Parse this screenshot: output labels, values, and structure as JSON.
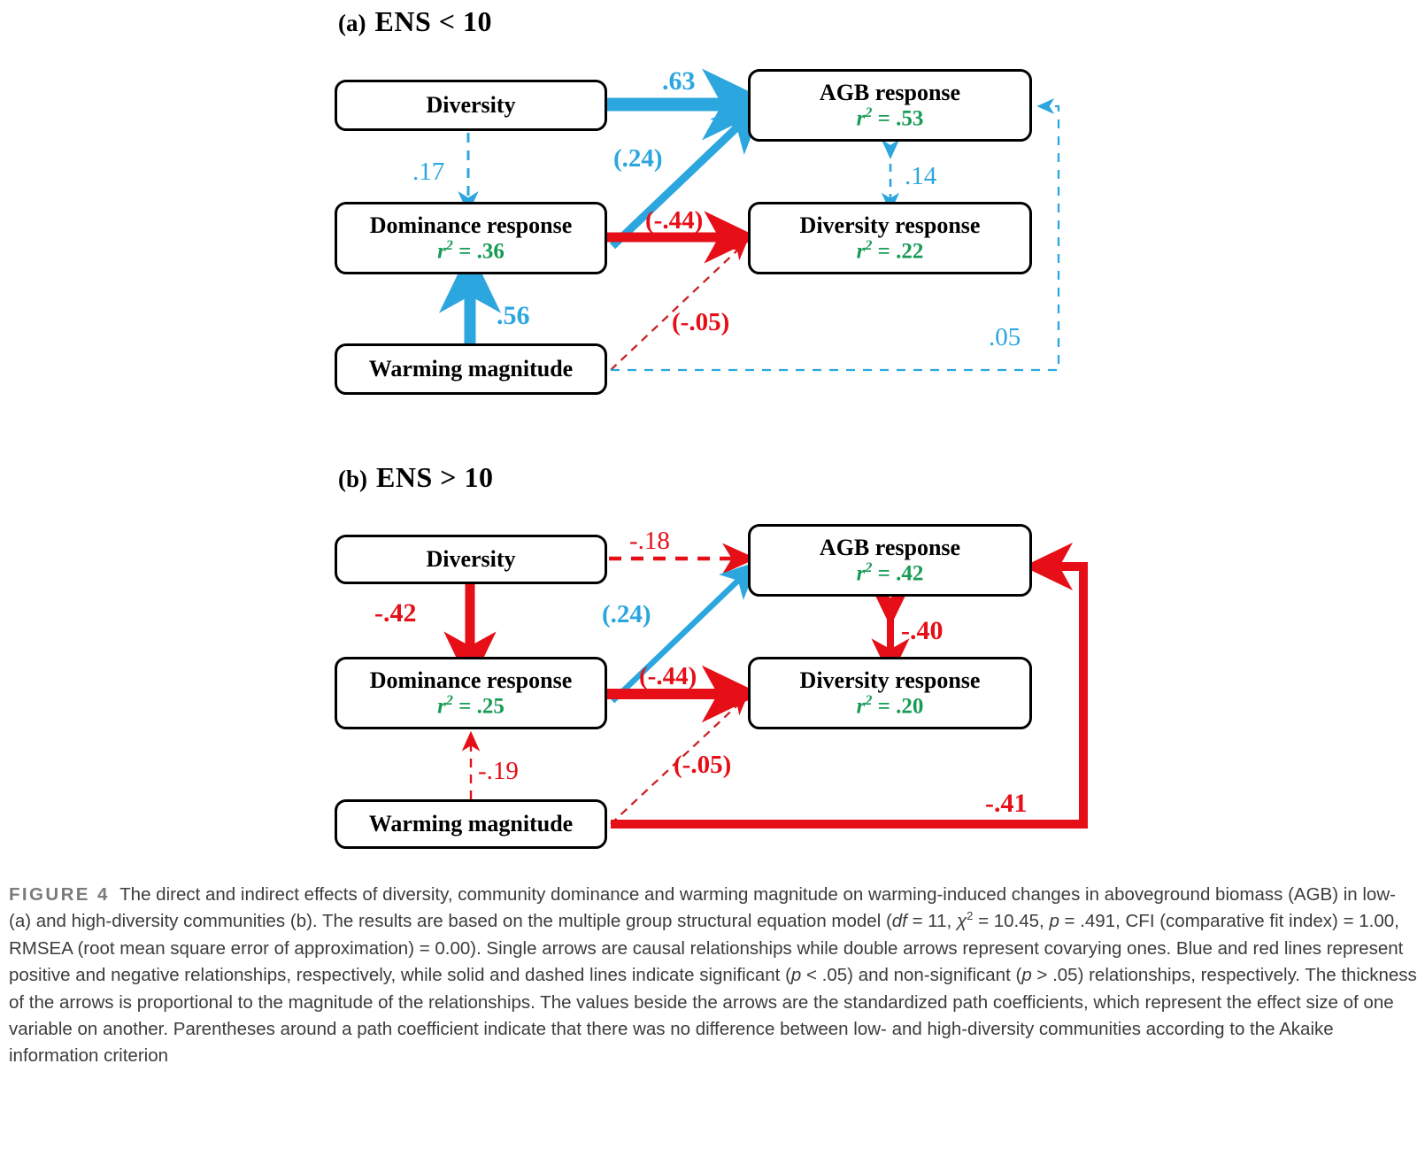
{
  "figure": {
    "panels": [
      {
        "id": "a",
        "label": "(a)",
        "title": "ENS < 10",
        "nodes": [
          {
            "key": "diversity",
            "name": "Diversity",
            "r2": null
          },
          {
            "key": "agb",
            "name": "AGB response",
            "r2": ".53"
          },
          {
            "key": "dominance",
            "name": "Dominance response",
            "r2": ".36"
          },
          {
            "key": "divresp",
            "name": "Diversity response",
            "r2": ".22"
          },
          {
            "key": "warming",
            "name": "Warming magnitude",
            "r2": null
          }
        ],
        "paths": [
          {
            "key": "div-agb",
            "value": ".63",
            "color": "blue",
            "style": "solid",
            "sign": "positive",
            "from": "diversity",
            "to": "agb"
          },
          {
            "key": "div-dom",
            "value": ".17",
            "color": "blue",
            "style": "dashed",
            "sign": "positive",
            "from": "diversity",
            "to": "dominance"
          },
          {
            "key": "dom-agb",
            "value": "(.24)",
            "color": "blue",
            "style": "solid",
            "sign": "positive",
            "from": "dominance",
            "to": "agb"
          },
          {
            "key": "dom-divresp",
            "value": "(-.44)",
            "color": "red",
            "style": "solid",
            "sign": "negative",
            "from": "dominance",
            "to": "divresp"
          },
          {
            "key": "warm-dom",
            "value": ".56",
            "color": "blue",
            "style": "solid",
            "sign": "positive",
            "from": "warming",
            "to": "dominance"
          },
          {
            "key": "warm-divresp",
            "value": "(-.05)",
            "color": "red",
            "style": "dashed",
            "sign": "negative",
            "from": "warming",
            "to": "divresp"
          },
          {
            "key": "warm-agb",
            "value": ".05",
            "color": "blue",
            "style": "dashed",
            "sign": "positive",
            "from": "warming",
            "to": "agb"
          },
          {
            "key": "agb-divresp-cov",
            "value": ".14",
            "color": "blue",
            "style": "dashed",
            "sign": "covariance",
            "from": "agb",
            "to": "divresp"
          }
        ]
      },
      {
        "id": "b",
        "label": "(b)",
        "title": "ENS > 10",
        "nodes": [
          {
            "key": "diversity",
            "name": "Diversity",
            "r2": null
          },
          {
            "key": "agb",
            "name": "AGB response",
            "r2": ".42"
          },
          {
            "key": "dominance",
            "name": "Dominance response",
            "r2": ".25"
          },
          {
            "key": "divresp",
            "name": "Diversity response",
            "r2": ".20"
          },
          {
            "key": "warming",
            "name": "Warming magnitude",
            "r2": null
          }
        ],
        "paths": [
          {
            "key": "div-agb",
            "value": "-.18",
            "color": "red",
            "style": "dashed",
            "sign": "negative",
            "from": "diversity",
            "to": "agb"
          },
          {
            "key": "div-dom",
            "value": "-.42",
            "color": "red",
            "style": "solid",
            "sign": "negative",
            "from": "diversity",
            "to": "dominance"
          },
          {
            "key": "dom-agb",
            "value": "(.24)",
            "color": "blue",
            "style": "solid",
            "sign": "positive",
            "from": "dominance",
            "to": "agb"
          },
          {
            "key": "dom-divresp",
            "value": "(-.44)",
            "color": "red",
            "style": "solid",
            "sign": "negative",
            "from": "dominance",
            "to": "divresp"
          },
          {
            "key": "warm-dom",
            "value": "-.19",
            "color": "red",
            "style": "dashed",
            "sign": "negative",
            "from": "warming",
            "to": "dominance"
          },
          {
            "key": "warm-divresp",
            "value": "(-.05)",
            "color": "red",
            "style": "dashed",
            "sign": "negative",
            "from": "warming",
            "to": "divresp"
          },
          {
            "key": "warm-agb",
            "value": "-.41",
            "color": "red",
            "style": "solid",
            "sign": "negative",
            "from": "warming",
            "to": "agb"
          },
          {
            "key": "agb-divresp-cov",
            "value": "-.40",
            "color": "red",
            "style": "solid",
            "sign": "covariance",
            "from": "agb",
            "to": "divresp"
          }
        ]
      }
    ],
    "colors": {
      "positive": "#2ca6de",
      "negative": "#e60e17",
      "r2": "#179b55",
      "box_border": "#000000",
      "caption_text": "#3c3c3c",
      "caption_label": "#7b7b7b"
    },
    "caption": {
      "label": "FIGURE 4",
      "text_part1": "The direct and indirect effects of diversity, community dominance and warming magnitude on warming-induced changes in aboveground biomass (AGB) in low- (a) and high-diversity communities (b). The results are based on the multiple group structural equation model (",
      "df_italic": "df",
      "df_value": " = 11, ",
      "chi_italic": "χ",
      "chi_sup": "2",
      "chi_value": " = 10.45, ",
      "p_italic": "p",
      "p_value": " = .491, CFI (comparative fit index) = 1.00, RMSEA (root mean square error of approximation) = 0.00). Single arrows are causal relationships while double arrows represent covarying ones. Blue and red lines represent positive and negative relationships, respectively, while solid and dashed lines indicate significant (",
      "p2_italic": "p",
      "p2_value": " < .05) and non-significant (",
      "p3_italic": "p",
      "p3_value": " > .05) relationships, respectively. The thickness of the arrows is proportional to the magnitude of the relationships. The values beside the arrows are the standardized path coefficients, which represent the effect size of one variable on another. Parentheses around a path coefficient indicate that there was no difference between low- and high-diversity communities according to the Akaike information criterion"
    }
  },
  "chart_data": {
    "type": "diagram",
    "title": "Structural equation model path diagram",
    "subtitle": "Effects of diversity, dominance and warming magnitude on AGB response",
    "model_fit": {
      "df": 11,
      "chi_square": 10.45,
      "p": 0.491,
      "CFI": 1.0,
      "RMSEA": 0.0
    },
    "groups": [
      {
        "name": "ENS < 10",
        "r_squared": {
          "AGB response": 0.53,
          "Dominance response": 0.36,
          "Diversity response": 0.22
        },
        "edges": [
          {
            "from": "Diversity",
            "to": "AGB response",
            "coef": 0.63,
            "significant": true,
            "in_parentheses": false
          },
          {
            "from": "Diversity",
            "to": "Dominance response",
            "coef": 0.17,
            "significant": false,
            "in_parentheses": false
          },
          {
            "from": "Dominance response",
            "to": "AGB response",
            "coef": 0.24,
            "significant": true,
            "in_parentheses": true
          },
          {
            "from": "Dominance response",
            "to": "Diversity response",
            "coef": -0.44,
            "significant": true,
            "in_parentheses": true
          },
          {
            "from": "Warming magnitude",
            "to": "Dominance response",
            "coef": 0.56,
            "significant": true,
            "in_parentheses": false
          },
          {
            "from": "Warming magnitude",
            "to": "Diversity response",
            "coef": -0.05,
            "significant": false,
            "in_parentheses": true
          },
          {
            "from": "Warming magnitude",
            "to": "AGB response",
            "coef": 0.05,
            "significant": false,
            "in_parentheses": false
          },
          {
            "from": "AGB response",
            "to": "Diversity response",
            "coef": 0.14,
            "significant": false,
            "in_parentheses": false,
            "covariance": true
          }
        ]
      },
      {
        "name": "ENS > 10",
        "r_squared": {
          "AGB response": 0.42,
          "Dominance response": 0.25,
          "Diversity response": 0.2
        },
        "edges": [
          {
            "from": "Diversity",
            "to": "AGB response",
            "coef": -0.18,
            "significant": false,
            "in_parentheses": false
          },
          {
            "from": "Diversity",
            "to": "Dominance response",
            "coef": -0.42,
            "significant": true,
            "in_parentheses": false
          },
          {
            "from": "Dominance response",
            "to": "AGB response",
            "coef": 0.24,
            "significant": true,
            "in_parentheses": true
          },
          {
            "from": "Dominance response",
            "to": "Diversity response",
            "coef": -0.44,
            "significant": true,
            "in_parentheses": true
          },
          {
            "from": "Warming magnitude",
            "to": "Dominance response",
            "coef": -0.19,
            "significant": false,
            "in_parentheses": false
          },
          {
            "from": "Warming magnitude",
            "to": "Diversity response",
            "coef": -0.05,
            "significant": false,
            "in_parentheses": true
          },
          {
            "from": "Warming magnitude",
            "to": "AGB response",
            "coef": -0.41,
            "significant": true,
            "in_parentheses": false
          },
          {
            "from": "AGB response",
            "to": "Diversity response",
            "coef": -0.4,
            "significant": true,
            "in_parentheses": false,
            "covariance": true
          }
        ]
      }
    ]
  }
}
